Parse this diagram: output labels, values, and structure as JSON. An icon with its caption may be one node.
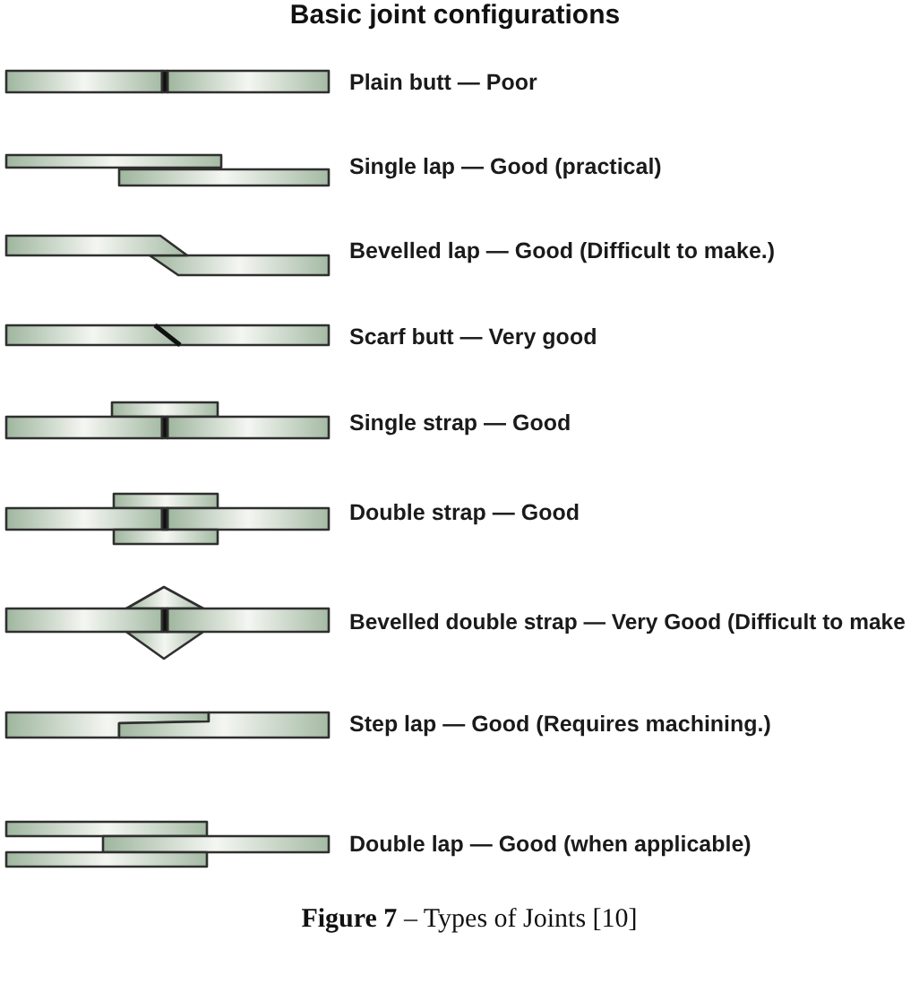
{
  "diagram": {
    "title": "Basic joint configurations",
    "caption": "**Figure 7** – Types of Joints [10]",
    "nodes": [
      {
        "text": [],
        "shape": "picture",
        "beside": [
          "Plain butt — Poor"
        ]
      },
      {
        "text": [],
        "shape": "picture",
        "beside": [
          "Single lap — Good (practical)"
        ]
      },
      {
        "text": [],
        "shape": "picture",
        "beside": [
          "Bevelled lap — Good (Difficult to make.)"
        ]
      },
      {
        "text": [],
        "shape": "picture",
        "beside": [
          "Scarf butt — Very good"
        ]
      },
      {
        "text": [],
        "shape": "picture",
        "beside": [
          "Single strap — Good"
        ]
      },
      {
        "text": [],
        "shape": "picture",
        "beside": [
          "Double strap — Good"
        ]
      },
      {
        "text": [],
        "shape": "picture",
        "beside": [
          "Bevelled double strap — Very Good (Difficult to make"
        ]
      },
      {
        "text": [],
        "shape": "picture",
        "beside": [
          "Step lap — Good (Requires machining.)"
        ]
      },
      {
        "text": [],
        "shape": "picture",
        "beside": [
          "Double lap — Good (when applicable)"
        ]
      }
    ]
  }
}
